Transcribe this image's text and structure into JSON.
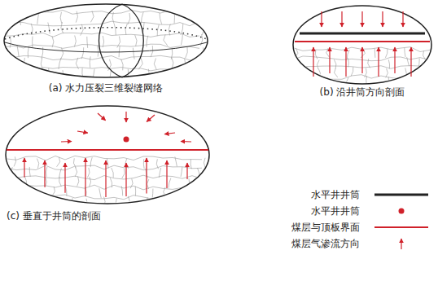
{
  "diagram": {
    "labels": [
      "(a) 水力压裂三维裂缝网络",
      "(b) 沿井筒方向剖面",
      "(c) 垂直于井筒的剖面"
    ],
    "legend": [
      {
        "text": "水平井井筒"
      },
      {
        "text": "水平井井筒"
      },
      {
        "text": "煤层与顶板界面"
      },
      {
        "text": "煤层气渗流方向"
      }
    ]
  }
}
